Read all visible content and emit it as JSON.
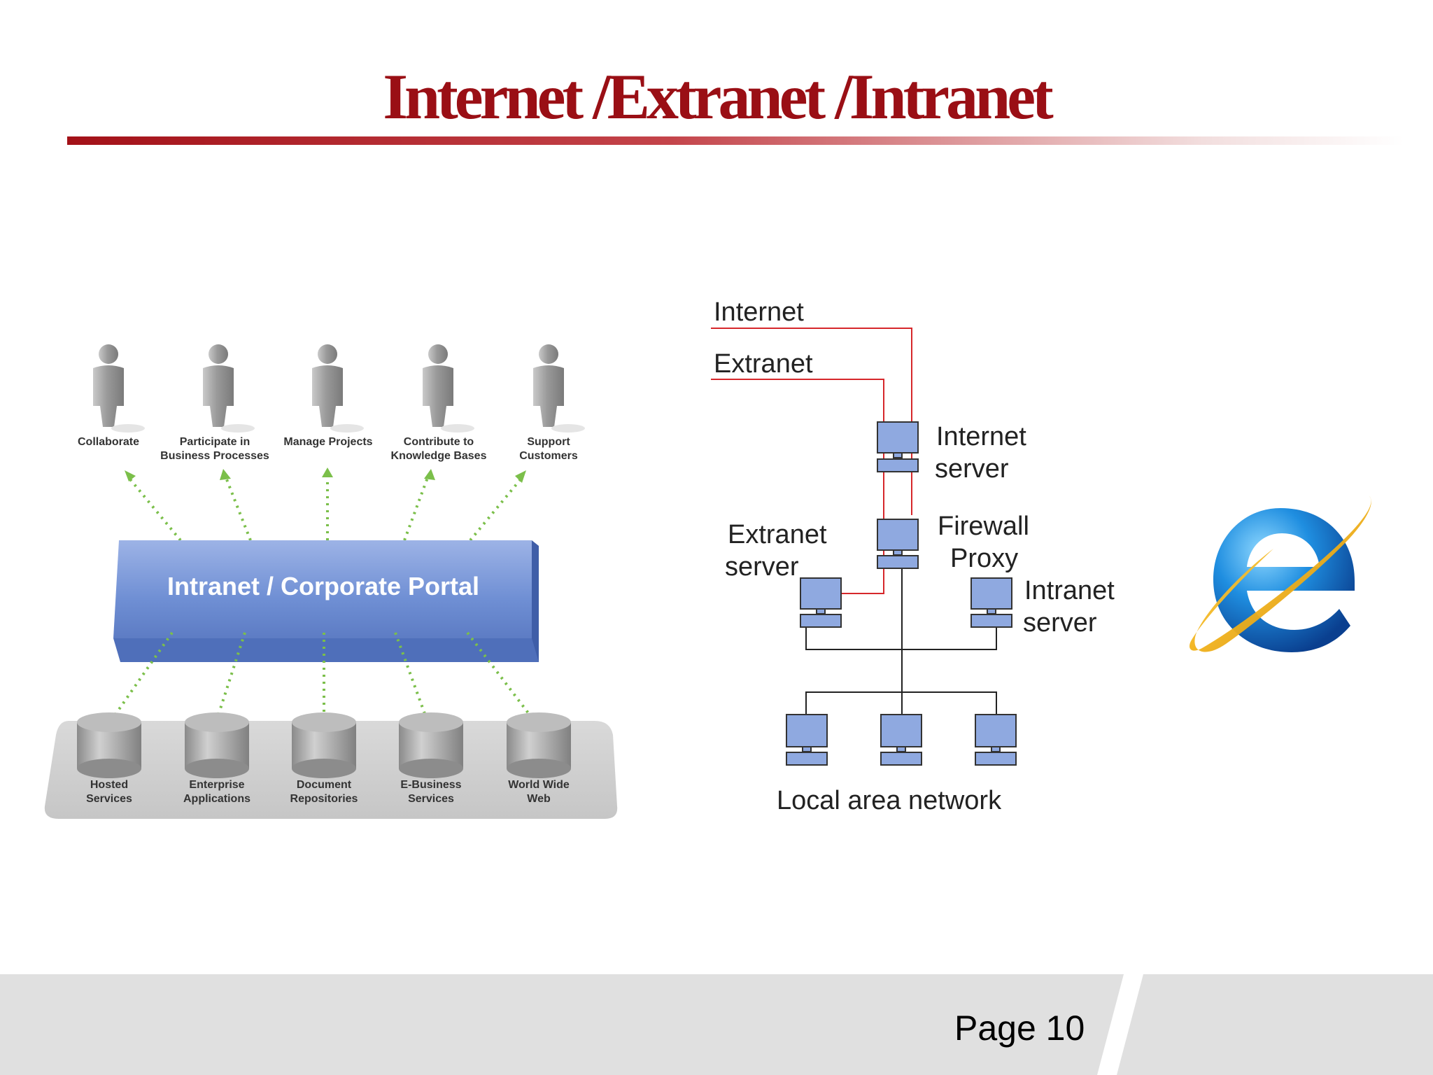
{
  "slide": {
    "title": "Internet /Extranet /Intranet",
    "page_label": "Page 10",
    "colors": {
      "title": "#9a0f15",
      "network_line": "#d6272b",
      "computer": "#8fa9e0",
      "portal": "#6f8fd4",
      "arrow": "#7bbf4a",
      "footer": "#e0e0e0"
    }
  },
  "portal_diagram": {
    "portal_label": "Intranet / Corporate Portal",
    "people": [
      {
        "line1": "Collaborate",
        "line2": ""
      },
      {
        "line1": "Participate in",
        "line2": "Business Processes"
      },
      {
        "line1": "Manage Projects",
        "line2": ""
      },
      {
        "line1": "Contribute to",
        "line2": "Knowledge Bases"
      },
      {
        "line1": "Support",
        "line2": "Customers"
      }
    ],
    "sources": [
      {
        "line1": "Hosted",
        "line2": "Services"
      },
      {
        "line1": "Enterprise",
        "line2": "Applications"
      },
      {
        "line1": "Document",
        "line2": "Repositories"
      },
      {
        "line1": "E-Business",
        "line2": "Services"
      },
      {
        "line1": "World Wide",
        "line2": "Web"
      }
    ]
  },
  "network_diagram": {
    "internet": "Internet",
    "extranet": "Extranet",
    "internet_server": {
      "line1": "Internet",
      "line2": "server"
    },
    "firewall": {
      "line1": "Firewall",
      "line2": "Proxy"
    },
    "extranet_server": {
      "line1": "Extranet",
      "line2": "server"
    },
    "intranet_server": {
      "line1": "Intranet",
      "line2": "server"
    },
    "lan": "Local area network"
  },
  "browser_logo": {
    "icon": "internet-explorer-logo-icon"
  }
}
